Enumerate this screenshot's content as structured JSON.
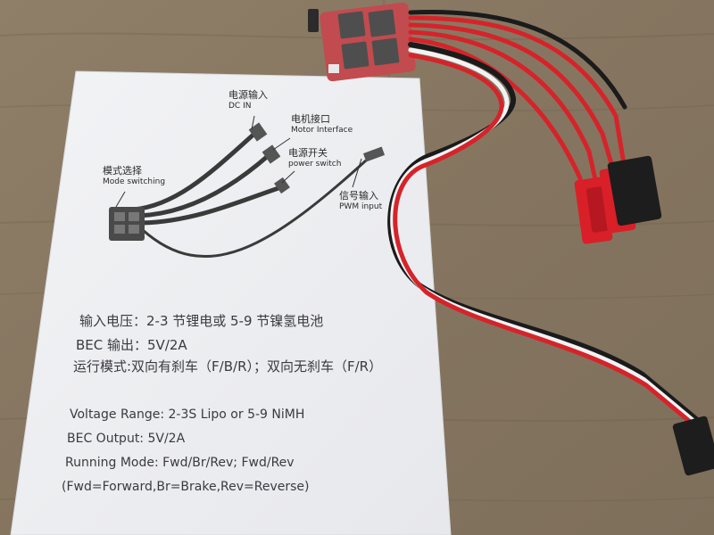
{
  "diagram": {
    "dc_in": {
      "cn": "电源输入",
      "en": "DC IN"
    },
    "motor": {
      "cn": "电机接口",
      "en": "Motor Interface"
    },
    "power": {
      "cn": "电源开关",
      "en": "power switch"
    },
    "mode": {
      "cn": "模式选择",
      "en": "Mode switching"
    },
    "pwm": {
      "cn": "信号输入",
      "en": "PWM input"
    }
  },
  "specs_cn": {
    "voltage": "输入电压：2-3 节锂电或 5-9 节镍氢电池",
    "bec": "BEC 输出：5V/2A",
    "mode": "运行模式:双向有刹车（F/B/R）；双向无刹车（F/R）"
  },
  "specs_en": {
    "voltage": "Voltage Range: 2-3S Lipo or 5-9 NiMH",
    "bec": "BEC Output: 5V/2A",
    "mode": "Running Mode: Fwd/Br/Rev; Fwd/Rev",
    "legend": "(Fwd=Forward,Br=Brake,Rev=Reverse)"
  },
  "colors": {
    "wood": "#8a7a63",
    "paper": "#f1f2f4",
    "board": "#c24b4f",
    "wire_red": "#d6232a",
    "wire_black": "#1b1b1b",
    "wire_white": "#f2f2f2"
  }
}
